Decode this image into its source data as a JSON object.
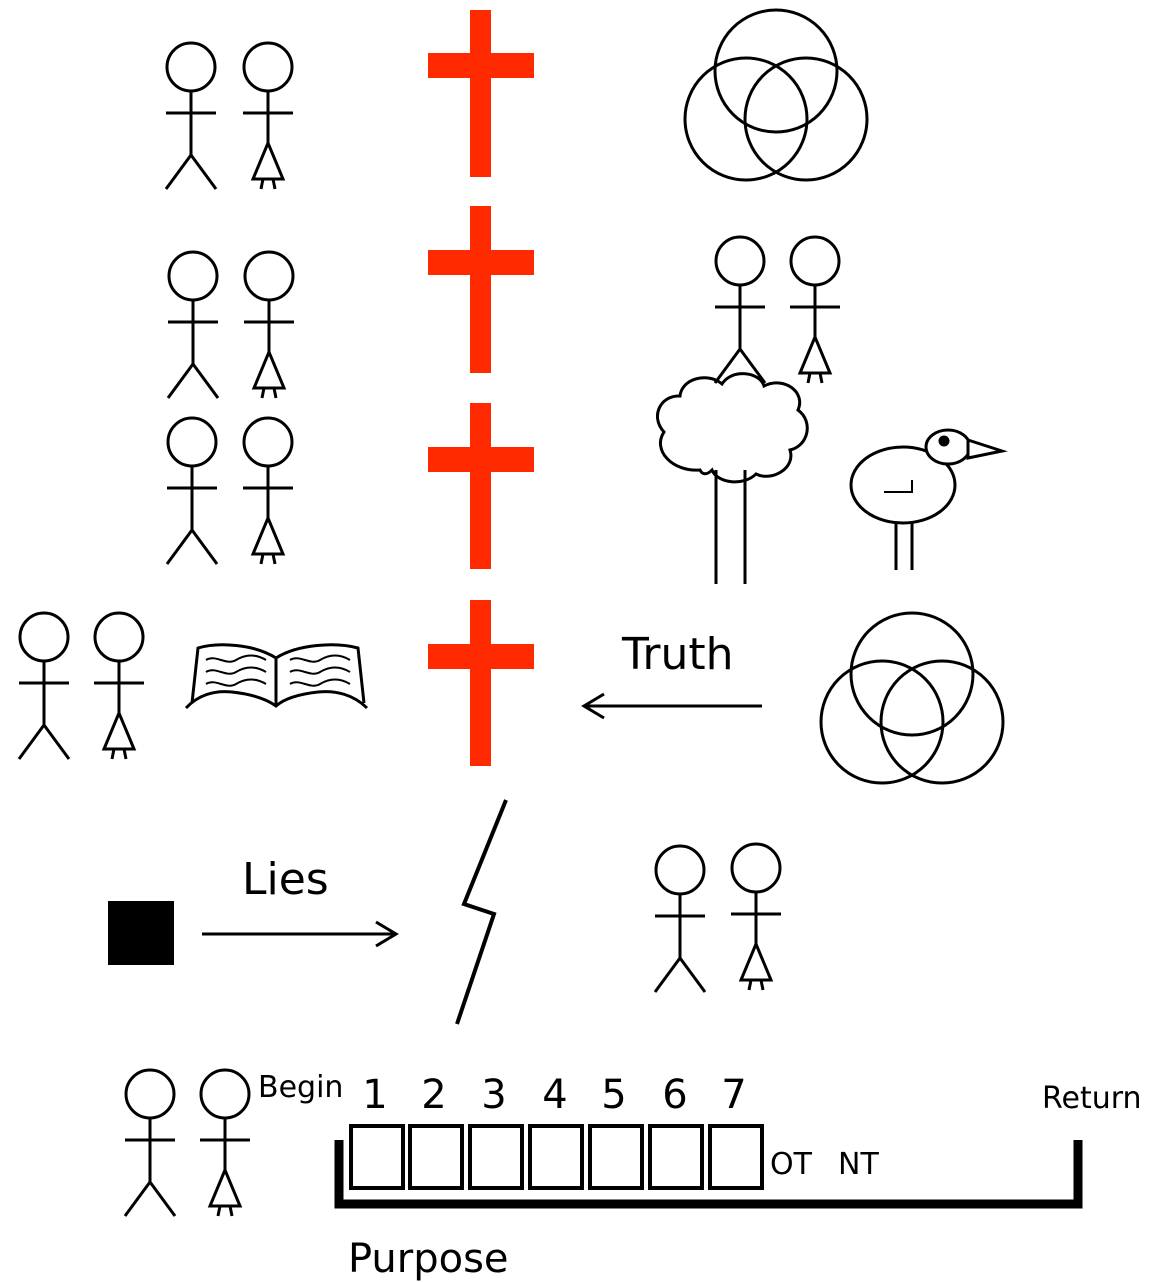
{
  "labels": {
    "truth": "Truth",
    "lies": "Lies",
    "begin": "Begin",
    "return": "Return",
    "purpose": "Purpose",
    "ot": "OT",
    "nt": "NT"
  },
  "day_numbers": [
    "1",
    "2",
    "3",
    "4",
    "5",
    "6",
    "7"
  ],
  "colors": {
    "cross": "#ff2a00",
    "ink": "#000000",
    "background": "#ffffff"
  }
}
